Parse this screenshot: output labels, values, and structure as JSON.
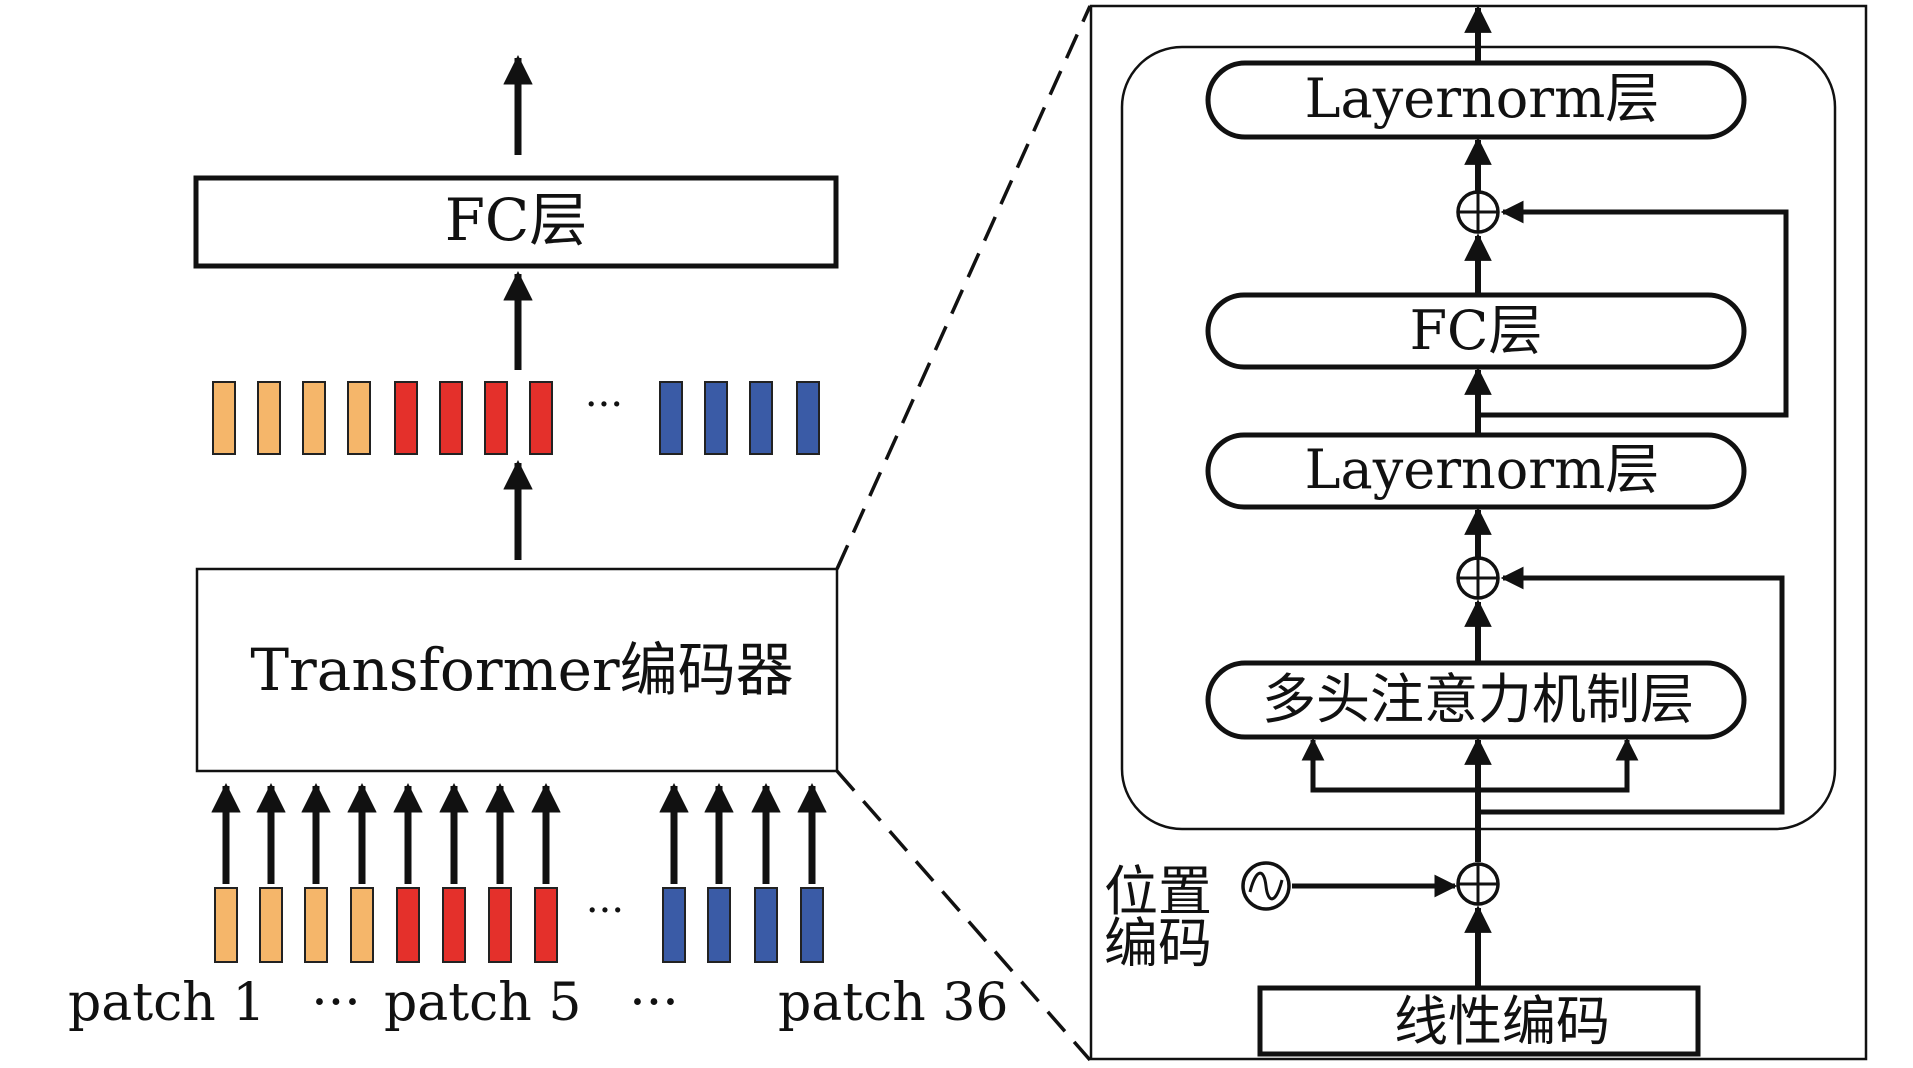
{
  "colors": {
    "orange": "#F5B66A",
    "red": "#E4302B",
    "blue": "#3A5BA6",
    "stroke": "#111111"
  },
  "left": {
    "fc_label": "FC层",
    "encoder_label": "Transformer编码器",
    "ellipsis": "···",
    "patch_labels": [
      "patch 1",
      "···",
      "patch 5",
      "···",
      "patch 36"
    ]
  },
  "right": {
    "top_layernorm": "Layernorm层",
    "fc_label": "FC层",
    "mid_layernorm": "Layernorm层",
    "attention": "多头注意力机制层",
    "position_line1": "位置",
    "position_line2": "编码",
    "linear": "线性编码"
  }
}
